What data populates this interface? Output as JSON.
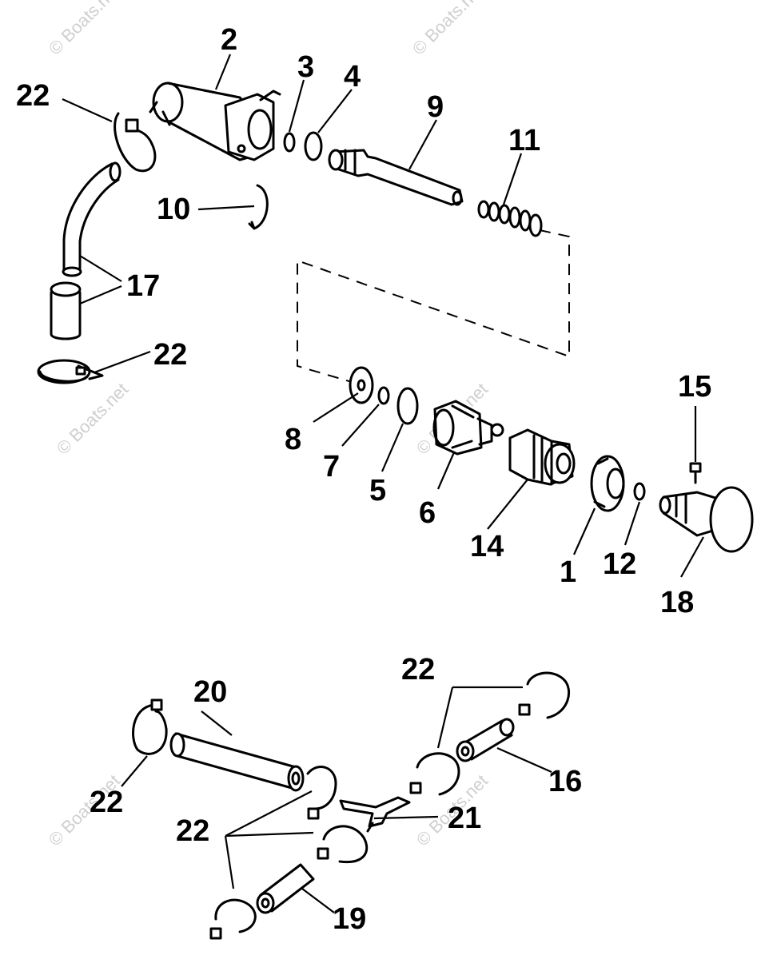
{
  "watermark": "© Boats.net",
  "callouts": {
    "c1": "1",
    "c2": "2",
    "c3": "3",
    "c4": "4",
    "c5": "5",
    "c6": "6",
    "c7": "7",
    "c8": "8",
    "c9": "9",
    "c10": "10",
    "c11": "11",
    "c12": "12",
    "c14": "14",
    "c15": "15",
    "c16": "16",
    "c17": "17",
    "c18": "18",
    "c19": "19",
    "c20": "20",
    "c21": "21",
    "c22": "22"
  }
}
